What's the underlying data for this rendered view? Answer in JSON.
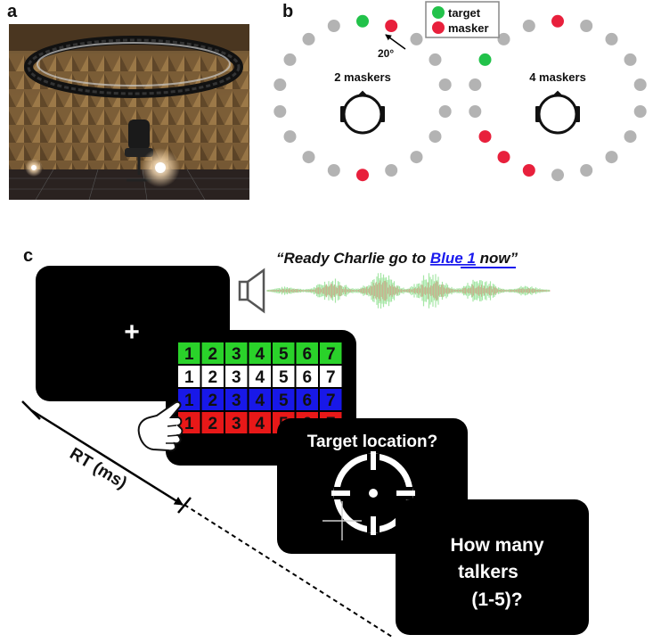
{
  "panels": {
    "a": {
      "letter": "a"
    },
    "b": {
      "letter": "b",
      "legend": [
        {
          "label": "target",
          "color": "#22c24a"
        },
        {
          "label": "masker",
          "color": "#e8203c"
        }
      ],
      "angle_label": "20°",
      "speaker_color": "#b3b3b3",
      "conditions": [
        {
          "label": "2 maskers",
          "red_speakers": [
            1,
            9
          ],
          "green_speakers": [
            0
          ]
        },
        {
          "label": "4 maskers",
          "red_speakers": [
            0,
            10,
            11,
            12
          ],
          "green_speakers": [
            15
          ]
        }
      ]
    },
    "c": {
      "letter": "c",
      "sentence_prefix": "“Ready Charlie go to ",
      "sentence_keyword": "Blue 1",
      "sentence_suffix": " now”",
      "keyword_color": "#1a1aee",
      "fixation": "+",
      "grid": {
        "rows": [
          {
            "color": "green",
            "fill": "#2ad22a",
            "text_color": "#111111",
            "numbers": [
              "1",
              "2",
              "3",
              "4",
              "5",
              "6",
              "7"
            ]
          },
          {
            "color": "white",
            "fill": "#ffffff",
            "text_color": "#111111",
            "numbers": [
              "1",
              "2",
              "3",
              "4",
              "5",
              "6",
              "7"
            ]
          },
          {
            "color": "blue",
            "fill": "#1818e8",
            "text_color": "#111111",
            "numbers": [
              "1",
              "2",
              "3",
              "4",
              "5",
              "6",
              "7"
            ]
          },
          {
            "color": "red",
            "fill": "#e81818",
            "text_color": "#111111",
            "numbers": [
              "1",
              "2",
              "3",
              "4",
              "5",
              "6",
              "7"
            ]
          }
        ]
      },
      "rt_label": "RT (ms)",
      "location_prompt": "Target location?",
      "talker_prompt_lines": [
        "How many",
        "talkers",
        "(1-5)?"
      ]
    }
  }
}
